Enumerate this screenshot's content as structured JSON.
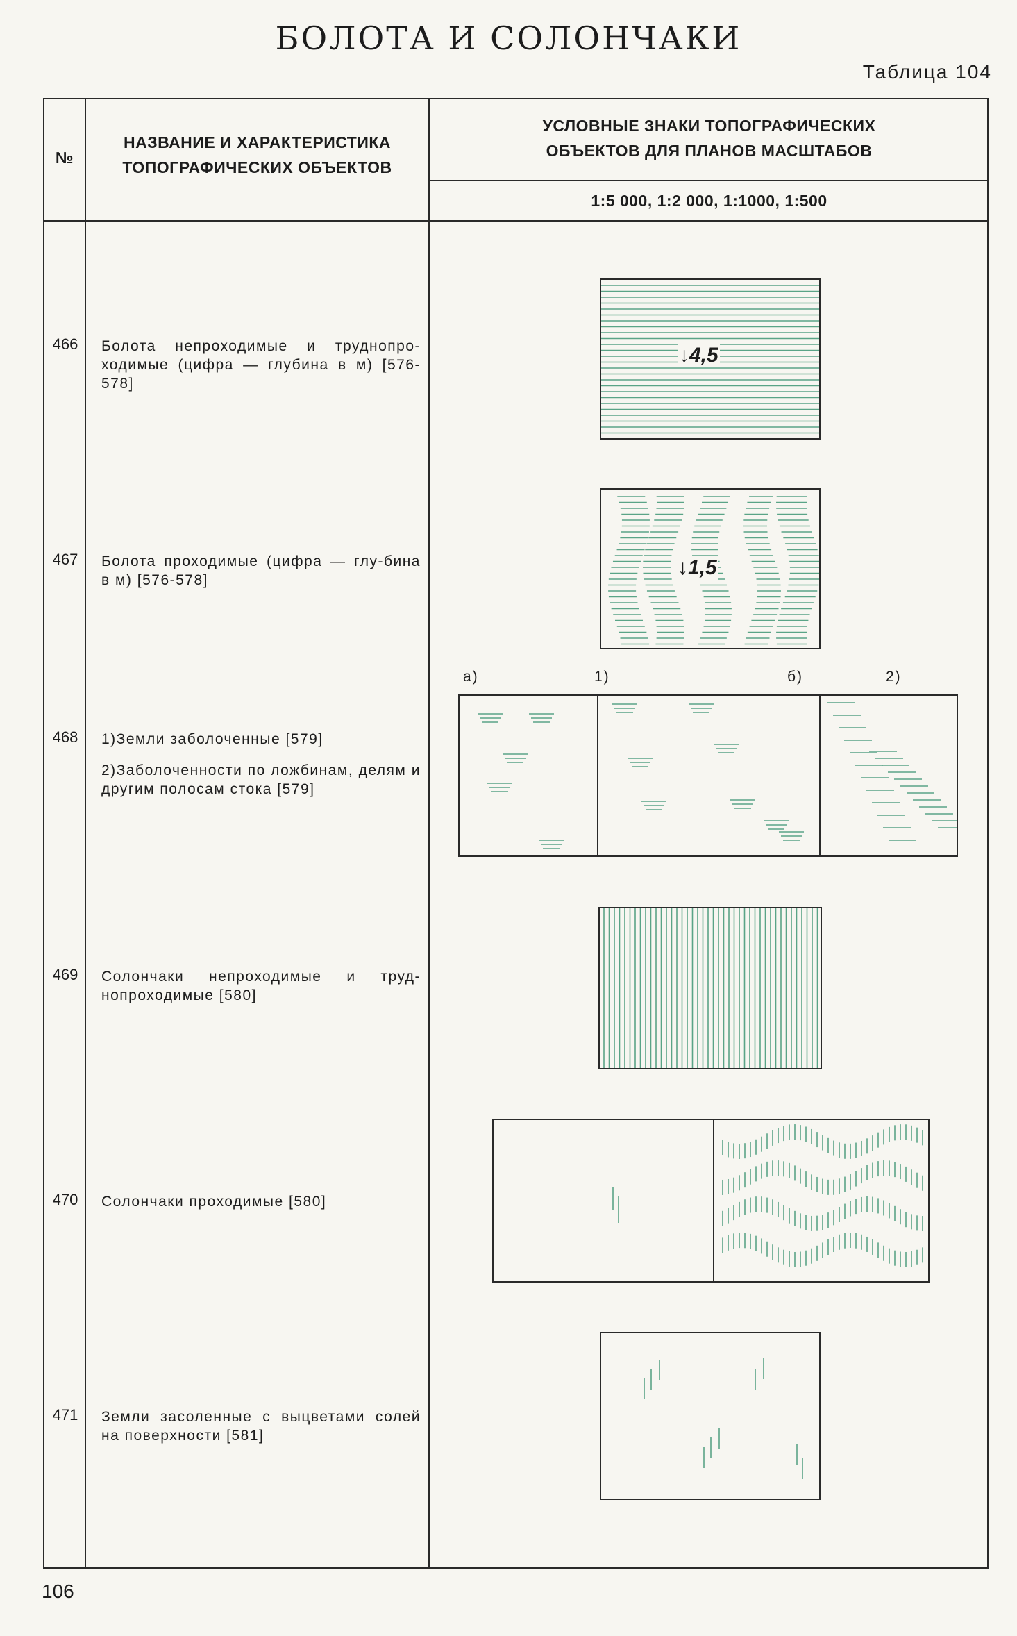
{
  "page": {
    "title": "БОЛОТА И СОЛОНЧАКИ",
    "table_label": "Таблица 104",
    "page_number": "106"
  },
  "header": {
    "num_col": "№",
    "name_col_line1": "НАЗВАНИЕ И ХАРАКТЕРИСТИКА",
    "name_col_line2": "ТОПОГРАФИЧЕСКИХ ОБЪЕКТОВ",
    "signs_col_line1": "УСЛОВНЫЕ ЗНАКИ ТОПОГРАФИЧЕСКИХ",
    "signs_col_line2": "ОБЪЕКТОВ ДЛЯ ПЛАНОВ МАСШТАБОВ",
    "scales": "1:5 000, 1:2 000, 1:1000, 1:500"
  },
  "colors": {
    "symbol_green": "#5aa487",
    "line": "#2a2a2a"
  },
  "rows": [
    {
      "num": "466",
      "desc": "Болота непроходимые и труднопро-ходимые (цифра — глубина в м) [576-578]",
      "depth": "↓4,5"
    },
    {
      "num": "467",
      "desc": "Болота проходимые (цифра — глу-бина в м) [576-578]",
      "depth": "↓1,5"
    },
    {
      "num": "468",
      "desc": "1)Земли заболоченные [579]",
      "desc2": "2)Заболоченности по ложбинам, делям и другим полосам стока [579]",
      "labels": {
        "a": "а)",
        "one": "1)",
        "b": "б)",
        "two": "2)"
      }
    },
    {
      "num": "469",
      "desc": "Солончаки непроходимые и труд-нопроходимые [580]"
    },
    {
      "num": "470",
      "desc": "Солончаки проходимые [580]"
    },
    {
      "num": "471",
      "desc": "Земли засоленные с выцветами солей на поверхности [581]"
    }
  ]
}
